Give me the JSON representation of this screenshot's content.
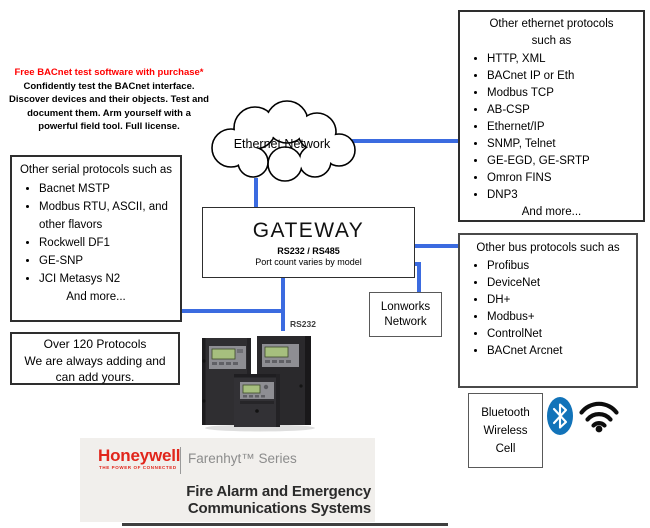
{
  "colors": {
    "connector_blue": "#3b6be0",
    "bluetooth_blue": "#1273b9",
    "honeywell_red": "#e1251b",
    "promo_red": "#ff0000",
    "banner_bg": "#f1efec"
  },
  "promo": {
    "headline": "Free BACnet test software with purchase*",
    "body": "Confidently test the BACnet interface. Discover devices and their objects. Test and document them. Arm yourself with a powerful field tool. Full license."
  },
  "cloud": {
    "label": "Ethernet Network"
  },
  "gateway": {
    "title": "GATEWAY",
    "subtitle": "RS232 / RS485",
    "note": "Port count varies by model"
  },
  "rs232_label": "RS232",
  "lonworks": {
    "label": "Lonworks Network"
  },
  "ethernet_box": {
    "title": "Other ethernet protocols such as",
    "items": [
      "HTTP, XML",
      "BACnet IP or Eth",
      "Modbus TCP",
      "AB-CSP",
      "Ethernet/IP",
      "SNMP, Telnet",
      "GE-EGD, GE-SRTP",
      "Omron FINS",
      "DNP3"
    ],
    "footer": "And more..."
  },
  "serial_box": {
    "title": "Other serial protocols such as",
    "items": [
      "Bacnet MSTP",
      "Modbus RTU, ASCII, and other flavors",
      "Rockwell DF1",
      "GE-SNP",
      "JCI Metasys N2"
    ],
    "footer": "And more..."
  },
  "bus_box": {
    "title": "Other bus protocols such as",
    "items": [
      "Profibus",
      "DeviceNet",
      "DH+",
      "Modbus+",
      "ControlNet",
      "BACnet Arcnet"
    ]
  },
  "protocols_box": {
    "lines": [
      "Over 120 Protocols",
      "We are always adding and",
      "can add yours."
    ]
  },
  "bluetooth_box": {
    "label": "Bluetooth Wireless Cell"
  },
  "footer": {
    "brand": "Honeywell",
    "tagline": "THE POWER OF CONNECTED",
    "series": "Farenhyt™ Series",
    "product_line1": "Fire Alarm and Emergency",
    "product_line2": "Communications Systems"
  }
}
